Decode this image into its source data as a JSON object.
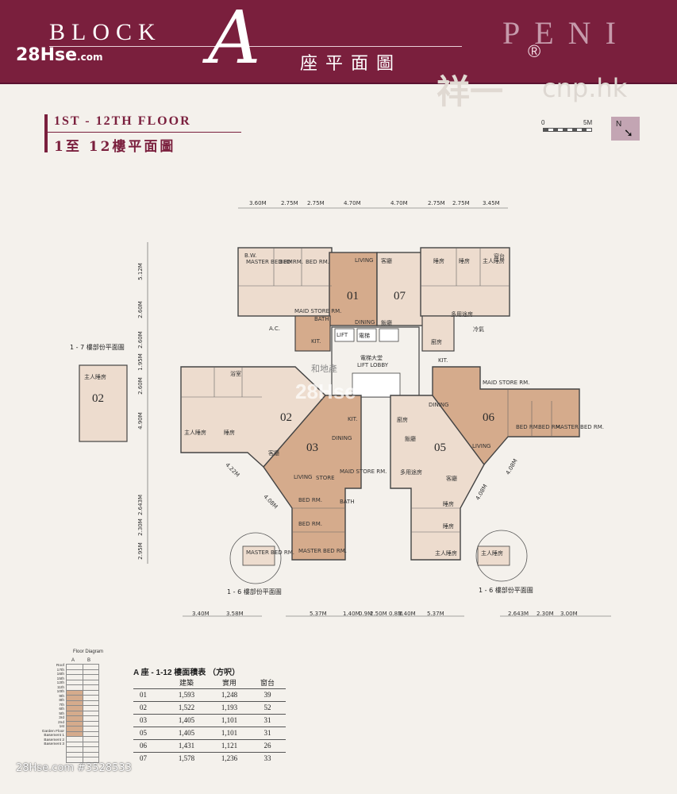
{
  "banner": {
    "block_word": "BLOCK",
    "block_letter": "A",
    "block_sub": "座平面圖",
    "brand": "PENI",
    "reg_mark": "®",
    "watermark_main": "28Hse",
    "watermark_suffix": ".com",
    "watermark_cnp": "cnp.hk",
    "watermark_han": "祥一"
  },
  "floor": {
    "title_en": "1ST - 12TH FLOOR",
    "title_zh": "1至 12樓平面圖"
  },
  "scale": {
    "zero": "0",
    "five": "5M",
    "north": "N"
  },
  "plan": {
    "top_dims": [
      "3.60M",
      "2.75M",
      "2.75M",
      "4.70M",
      "4.70M",
      "2.75M",
      "2.75M",
      "3.45M"
    ],
    "left_dims": [
      "5.12M",
      "2.60M",
      "2.60M",
      "1.95M",
      "2.60M",
      "4.90M",
      "2.643M",
      "2.30M",
      "2.95M"
    ],
    "bottom_left_dims": [
      "3.40M",
      "3.58M"
    ],
    "bottom_mid_dims": [
      "5.37M",
      "1.40M",
      "0.9M",
      "2.50M",
      "0.8M",
      "1.40M",
      "5.37M"
    ],
    "bottom_right_dims": [
      "2.643M",
      "2.30M",
      "3.00M"
    ],
    "diag_dims": [
      "4.22M",
      "4.08M",
      "4.08M",
      "4.08M"
    ],
    "units": [
      "01",
      "07",
      "02",
      "03",
      "05",
      "06"
    ],
    "inset_unit": "02",
    "captions": {
      "inset_1_7": "1 - 7 樓部份平面圖",
      "inset_left_1_6": "1 - 6 樓部份平面圖",
      "inset_right_1_6": "1 - 6 樓部份平面圖"
    },
    "room_labels": {
      "master_bed": "MASTER BED RM.",
      "bed": "BED RM.",
      "living": "LIVING",
      "dining": "DINING",
      "kit": "KIT.",
      "maid": "MAID STORE RM.",
      "bath": "BATH",
      "store": "STORE",
      "lift": "LIFT",
      "lift_zh": "電梯",
      "lift_lobby": "LIFT LOBBY",
      "lift_lobby_zh": "電梯大堂",
      "ac": "A.C.",
      "bw": "B.W.",
      "zh_living": "客廳",
      "zh_dining": "飯廳",
      "zh_bed": "睡房",
      "zh_master": "主人睡房",
      "zh_kit": "廚房",
      "zh_maid": "多用途房",
      "zh_bath": "浴室",
      "zh_ac": "冷氣",
      "zh_bw": "窗台",
      "he_han": "和地產"
    }
  },
  "floor_diagram": {
    "title": "Floor Diagram",
    "col_a": "A",
    "col_b": "B",
    "floors": [
      "Roof",
      "17th",
      "16th",
      "15th",
      "12th",
      "11th",
      "10th",
      "9th",
      "8th",
      "7th",
      "6th",
      "5th",
      "3rd",
      "2nd",
      "1st",
      "Garden Floor",
      "Basement 1",
      "Basement 2",
      "Basement 3"
    ],
    "highlight_a": [
      5,
      6,
      7,
      8,
      9,
      10,
      11,
      12,
      13
    ]
  },
  "area_table": {
    "title": "A 座 - 1-12 樓面積表 （方呎）",
    "headers": [
      "",
      "建築",
      "實用",
      "窗台"
    ],
    "rows": [
      [
        "01",
        "1,593",
        "1,248",
        "39"
      ],
      [
        "02",
        "1,522",
        "1,193",
        "52"
      ],
      [
        "03",
        "1,405",
        "1,101",
        "31"
      ],
      [
        "05",
        "1,405",
        "1,101",
        "31"
      ],
      [
        "06",
        "1,431",
        "1,121",
        "26"
      ],
      [
        "07",
        "1,578",
        "1,236",
        "33"
      ]
    ]
  },
  "footer": {
    "listing_id": "28Hse.com #3528533"
  },
  "colors": {
    "banner": "#7a1f3d",
    "unit_dark": "#d5ab8c",
    "unit_light": "#eddcce"
  }
}
